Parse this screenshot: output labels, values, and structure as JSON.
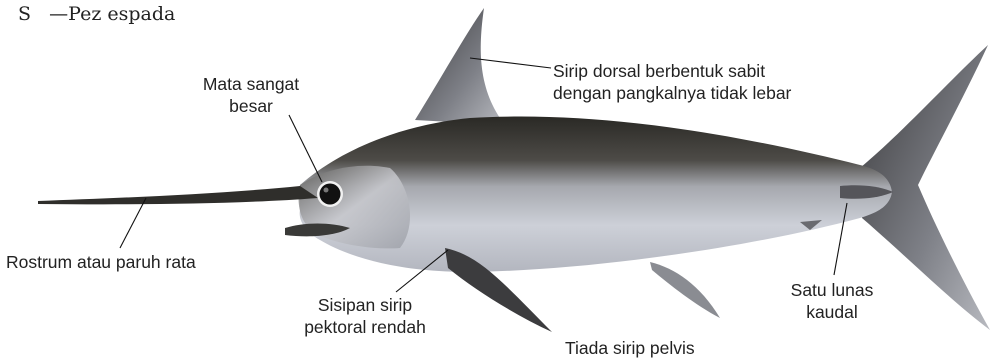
{
  "title": {
    "code": "S",
    "name": "Pez espada"
  },
  "labels": {
    "eye": {
      "lines": [
        "Mata sangat",
        "besar"
      ]
    },
    "dorsal": {
      "lines": [
        "Sirip dorsal berbentuk sabit",
        "dengan pangkalnya tidak lebar"
      ]
    },
    "rostrum": {
      "lines": [
        "Rostrum atau paruh rata"
      ]
    },
    "pectoral": {
      "lines": [
        "Sisipan sirip",
        "pektoral rendah"
      ]
    },
    "pelvic": {
      "lines": [
        "Tiada sirip pelvis"
      ]
    },
    "keel": {
      "lines": [
        "Satu lunas",
        "kaudal"
      ]
    }
  },
  "colors": {
    "back": "#2b2a26",
    "belly": "#c9cbd2",
    "fin": "#4a4a4c",
    "text": "#222222"
  }
}
